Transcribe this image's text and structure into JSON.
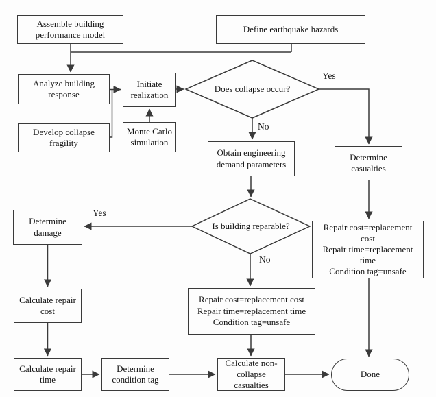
{
  "diagram": {
    "nodes": {
      "assemble": {
        "label": "Assemble building\nperformance model"
      },
      "hazards": {
        "label": "Define earthquake hazards"
      },
      "analyze": {
        "label": "Analyze building\nresponse"
      },
      "initiate": {
        "label": "Initiate\nrealization"
      },
      "develop": {
        "label": "Develop collapse\nfragility"
      },
      "monte_carlo": {
        "label": "Monte Carlo\nsimulation"
      },
      "obtain_edp": {
        "label": "Obtain engineering\ndemand parameters"
      },
      "casualties": {
        "label": "Determine\ncasualties"
      },
      "collapse_consequences": {
        "label": "Repair cost=replacement\ncost\nRepair time=replacement\ntime\nCondition tag=unsafe"
      },
      "damage": {
        "label": "Determine\ndamage"
      },
      "irreparable_consequences": {
        "label": "Repair cost=replacement cost\nRepair time=replacement time\nCondition tag=unsafe"
      },
      "repair_cost": {
        "label": "Calculate repair\ncost"
      },
      "repair_time": {
        "label": "Calculate repair\ntime"
      },
      "condition_tag": {
        "label": "Determine\ncondition tag"
      },
      "non_collapse_casualties": {
        "label": "Calculate non-\ncollapse\ncasualties"
      },
      "done": {
        "label": "Done"
      }
    },
    "decisions": {
      "collapse": {
        "label": "Does collapse occur?"
      },
      "reparable": {
        "label": "Is building reparable?"
      }
    },
    "edge_labels": {
      "collapse_yes": "Yes",
      "collapse_no": "No",
      "reparable_yes": "Yes",
      "reparable_no": "No"
    },
    "colors": {
      "line": "#3a3a3a",
      "box_border": "#3a3a3a",
      "text": "#151515",
      "background": "#fdfdfd"
    }
  }
}
